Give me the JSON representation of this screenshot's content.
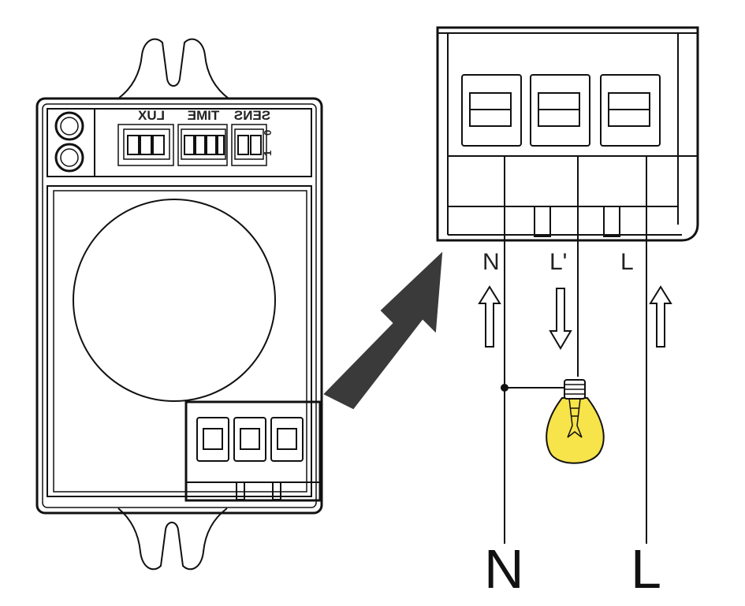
{
  "sensor": {
    "dip_labels": {
      "lux": "LUX",
      "time": "TIME",
      "sens": "SENS"
    },
    "dip_on": "0",
    "dip_off": "1"
  },
  "terminal_labels": {
    "neutral": "N",
    "load": "L'",
    "line": "L"
  },
  "supply_labels": {
    "neutral": "N",
    "line": "L"
  },
  "colors": {
    "bulb": "#f7e34a",
    "arrow": "#3a3a3a",
    "stroke": "#111111"
  },
  "icons": [
    "up-arrow-icon",
    "down-arrow-icon",
    "light-bulb-icon",
    "pointer-arrow-icon"
  ]
}
